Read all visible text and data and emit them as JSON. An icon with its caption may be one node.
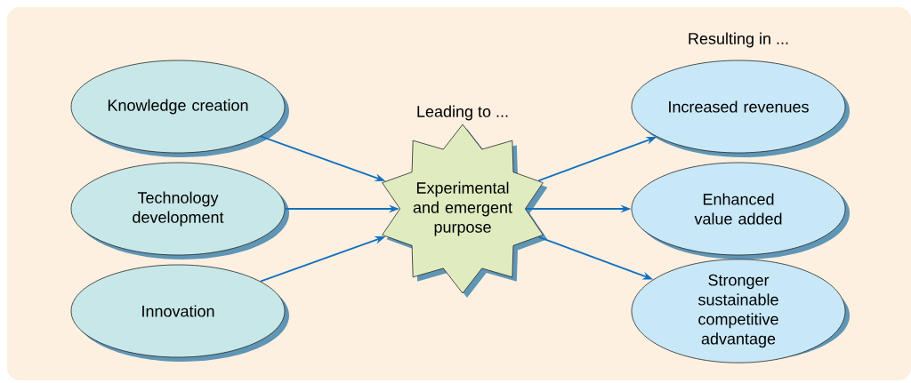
{
  "diagram": {
    "nodes": [
      {
        "text": [
          "Knowledge creation"
        ]
      },
      {
        "text": [
          "Technology development"
        ]
      },
      {
        "text": [
          "Innovation"
        ]
      },
      {
        "text": [
          "Leading to ...",
          "Experimental and emergent purpose"
        ]
      },
      {
        "text": [
          "Increased revenues"
        ]
      },
      {
        "text": [
          "Enhanced value added"
        ]
      },
      {
        "text": [
          "Stronger sustainable competitive advantage"
        ]
      }
    ],
    "edges": [
      {
        "from": 0,
        "to": 3,
        "arrow": "to"
      },
      {
        "from": 1,
        "to": 3,
        "arrow": "to"
      },
      {
        "from": 2,
        "to": 3,
        "arrow": "to"
      },
      {
        "from": 3,
        "to": 4,
        "arrow": "to"
      },
      {
        "from": 3,
        "to": 5,
        "arrow": "to"
      },
      {
        "from": 3,
        "to": 6,
        "arrow": "to"
      }
    ],
    "labels": [
      "Resulting in ..."
    ]
  }
}
